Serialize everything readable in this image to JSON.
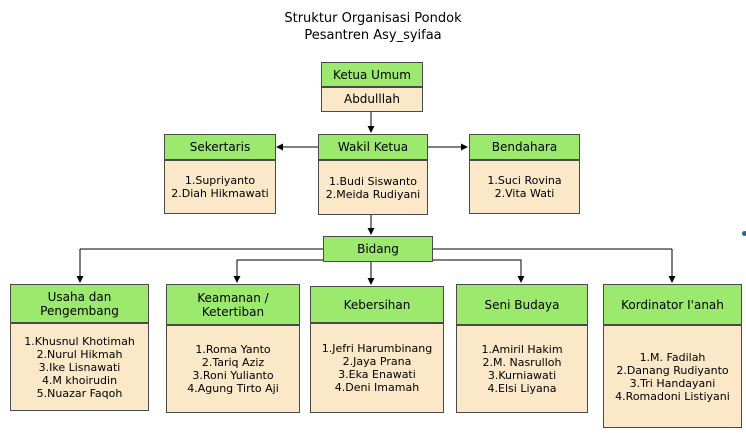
{
  "title": {
    "line1": "Struktur Organisasi Pondok",
    "line2": "Pesantren Asy_syifaa"
  },
  "ketua": {
    "label": "Ketua Umum",
    "name": "Abdulllah"
  },
  "sekertaris": {
    "label": "Sekertaris",
    "members": [
      "1.Supriyanto",
      "2.Diah Hikmawati"
    ]
  },
  "wakil": {
    "label": "Wakil Ketua",
    "members": [
      "1.Budi Siswanto",
      "2.Meida Rudiyani"
    ]
  },
  "bendahara": {
    "label": "Bendahara",
    "members": [
      "1.Suci Rovina",
      "2.Vita Wati"
    ]
  },
  "bidang": {
    "label": "Bidang"
  },
  "divisions": [
    {
      "label": "Usaha dan Pengembang",
      "members": [
        "1.Khusnul Khotimah",
        "2.Nurul Hikmah",
        "3.Ike Lisnawati",
        "4.M khoirudin",
        "5.Nuazar Faqoh"
      ]
    },
    {
      "label": "Keamanan / Ketertiban",
      "members": [
        "1.Roma Yanto",
        "2.Tariq Aziz",
        "3.Roni Yulianto",
        "4.Agung Tirto Aji"
      ]
    },
    {
      "label": "Kebersihan",
      "members": [
        "1.Jefri Harumbinang",
        "2.Jaya Prana",
        "3.Eka Enawati",
        "4.Deni Imamah"
      ]
    },
    {
      "label": "Seni Budaya",
      "members": [
        "1.Amiril Hakim",
        "2.M. Nasrulloh",
        "3.Kurniawati",
        "4.Elsi Liyana"
      ]
    },
    {
      "label": "Kordinator I'anah",
      "members": [
        "1.M. Fadilah",
        "2.Danang Rudiyanto",
        "3.Tri Handayani",
        "4.Romadoni Listiyani"
      ]
    }
  ]
}
